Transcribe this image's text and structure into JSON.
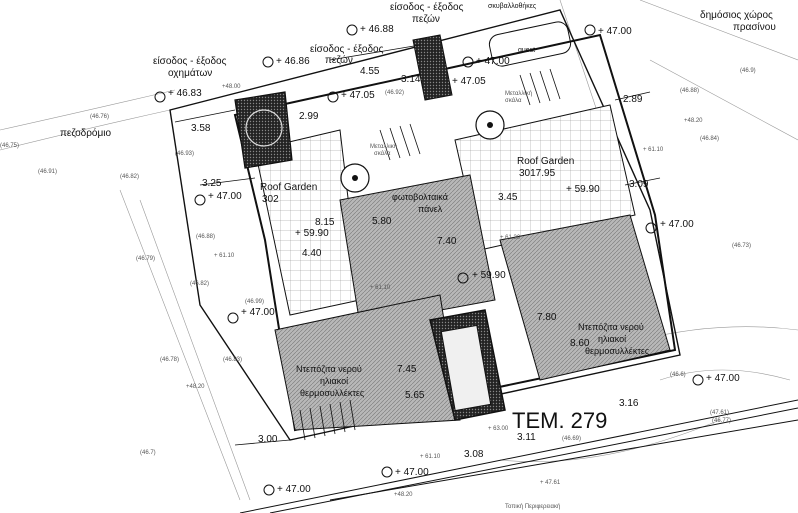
{
  "labels": {
    "entrance_pedestrian": "είσοδος - έξοδος\nπεζών",
    "entrance_vehicle": "είσοδος - έξοδος\nοχημάτων",
    "public_green": "δημόσιος χώρος\nπρασίνου",
    "footpath": "πεζοδρόμιο",
    "bins": "σκυβαλλοθήκες",
    "guest": "guest",
    "roof_garden_left": "Roof Garden\n302",
    "roof_garden_right": "Roof Garden\n3017.95",
    "pv_panels": "φωτοβολταικά\nπάνελ",
    "water_heater_left": "Ντεπόζιτα νερού\nηλιακοί\nθερμοσυλλέκτες",
    "water_heater_right": "Ντεπόζιτα νερού\nηλιακοί\nθερμοσυλλέκτες",
    "stair_left": "Μεταλλική\nσκάλα",
    "stair_right": "Μεταλλική\nσκάλα",
    "lot": "ΤΕΜ. 279",
    "side_road": "Τοπική Περιφερειακή"
  },
  "elevations": {
    "e46_88": "+ 46.88",
    "e47_00_top": "+ 47.00",
    "e46_86": "+ 46.86",
    "e47_00_b": "+ 47.00",
    "e46_83": "+ 46.83",
    "e48_00_a": "+48.00",
    "e47_05": "+ 47.05",
    "e47_05_b": "+ 47.05",
    "e48_20_a": "+48.20",
    "e61_10_a": "+ 61.10",
    "e47_00_c": "+ 47.00",
    "e47_00_d": "+ 47.00",
    "e59_90_a": "+ 59.90",
    "e59_90_b": "+ 59.90",
    "e59_90_c": "+ 59.90",
    "e61_10_b": "+ 61.10",
    "e61_30": "+ 61.30",
    "e61_10_c": "+ 61.10",
    "e47_00_e": "+ 47.00",
    "e47_00_f": "+ 47.00",
    "e48_20_b": "+48.20",
    "e63_00": "+ 63.00",
    "e61_10_d": "+ 61.10",
    "e47_00_g": "+ 47.00",
    "e47_00_h": "+ 47.00",
    "e48_20_c": "+48.20",
    "e47_61": "+ 47.61"
  },
  "dimensions": {
    "d4_55": "4.55",
    "d3_14": "3.14",
    "d2_99": "2.99",
    "d3_58": "3.58",
    "d2_89": "2.89",
    "d3_25": "3.25",
    "d3_09": "3.09",
    "d3_45": "3.45",
    "d5_80": "5.80",
    "d7_40": "7.40",
    "d4_40": "4.40",
    "d8_15": "8.15",
    "d7_80": "7.80",
    "d8_60": "8.60",
    "d7_45": "7.45",
    "d5_65": "5.65",
    "d3_16": "3.16",
    "d3_11": "3.11",
    "d3_08": "3.08",
    "d3_00": "3.00"
  },
  "survey_points": {
    "p46_92": "(46.92)",
    "p46_76": "(46.76)",
    "p46_75": "(46.75)",
    "p46_93": "(46.93)",
    "p46_91": "(46.91)",
    "p46_82": "(46.82)",
    "p46_88a": "(46.88)",
    "p46_79": "(46.79)",
    "p46_82b": "(46.82)",
    "p46_99": "(46.99)",
    "p46_83": "(46.83)",
    "p46_78": "(46.78)",
    "p46_7": "(46.7)",
    "p46_88b": "(46.88)",
    "p46_84": "(46.84)",
    "p46_9": "(46.9)",
    "p46_73": "(46.73)",
    "p46_6": "(46.6)",
    "p46_69": "(46.69)",
    "p47_61": "(47.61)",
    "p46_77": "(46.77)"
  },
  "colors": {
    "line": "#111111",
    "hatch": "#9a9a9a",
    "dark_hatch": "#333333",
    "paper": "#ffffff"
  }
}
